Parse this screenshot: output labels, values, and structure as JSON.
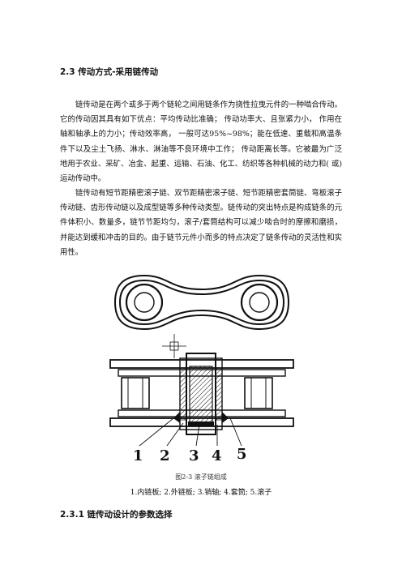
{
  "section": {
    "heading": "2.3 传动方式-采用链传动"
  },
  "paragraphs": {
    "p1": "链传动是在两个或多于两个链轮之间用链条作为挠性拉曳元件的一种啮合传动。它的传动因其具有如下优点：平均传动比准确； 传动功率大、且张紧力小， 作用在轴和轴承上的力小；传动效率高， 一般可达95%~98%；能在低速、重载和高温条件下以及尘土飞扬、淋水、淋油等不良环境中工作； 传动距离长等。它被最为广泛地用于农业、采矿、冶金、起重、运输、石油、化工、纺织等各种机械的动力和( 或) 运动传动中。",
    "p2": "链传动有短节距精密滚子链、双节距精密滚子链、短节距精密套筒链、弯板滚子传动链、齿形传动链以及成型链等多种传动类型。链传动的突出特点是构成链条的元件体积小、数量多，链节节距均匀，滚子/套筒结构可以减少啮合时的摩擦和磨损，并能达到缓和冲击的目的。由于链节元件小而多的特点决定了链条传动的灵活性和实用性。"
  },
  "figure": {
    "part_numbers": [
      "1",
      "2",
      "3",
      "4",
      "5"
    ],
    "caption": "图2-3  滚子链组成",
    "legend": "1.内链板; 2.外链板; 3.销轴; 4.套筒; 5.滚子"
  },
  "subsection": {
    "heading": "2.3.1  链传动设计的参数选择"
  }
}
